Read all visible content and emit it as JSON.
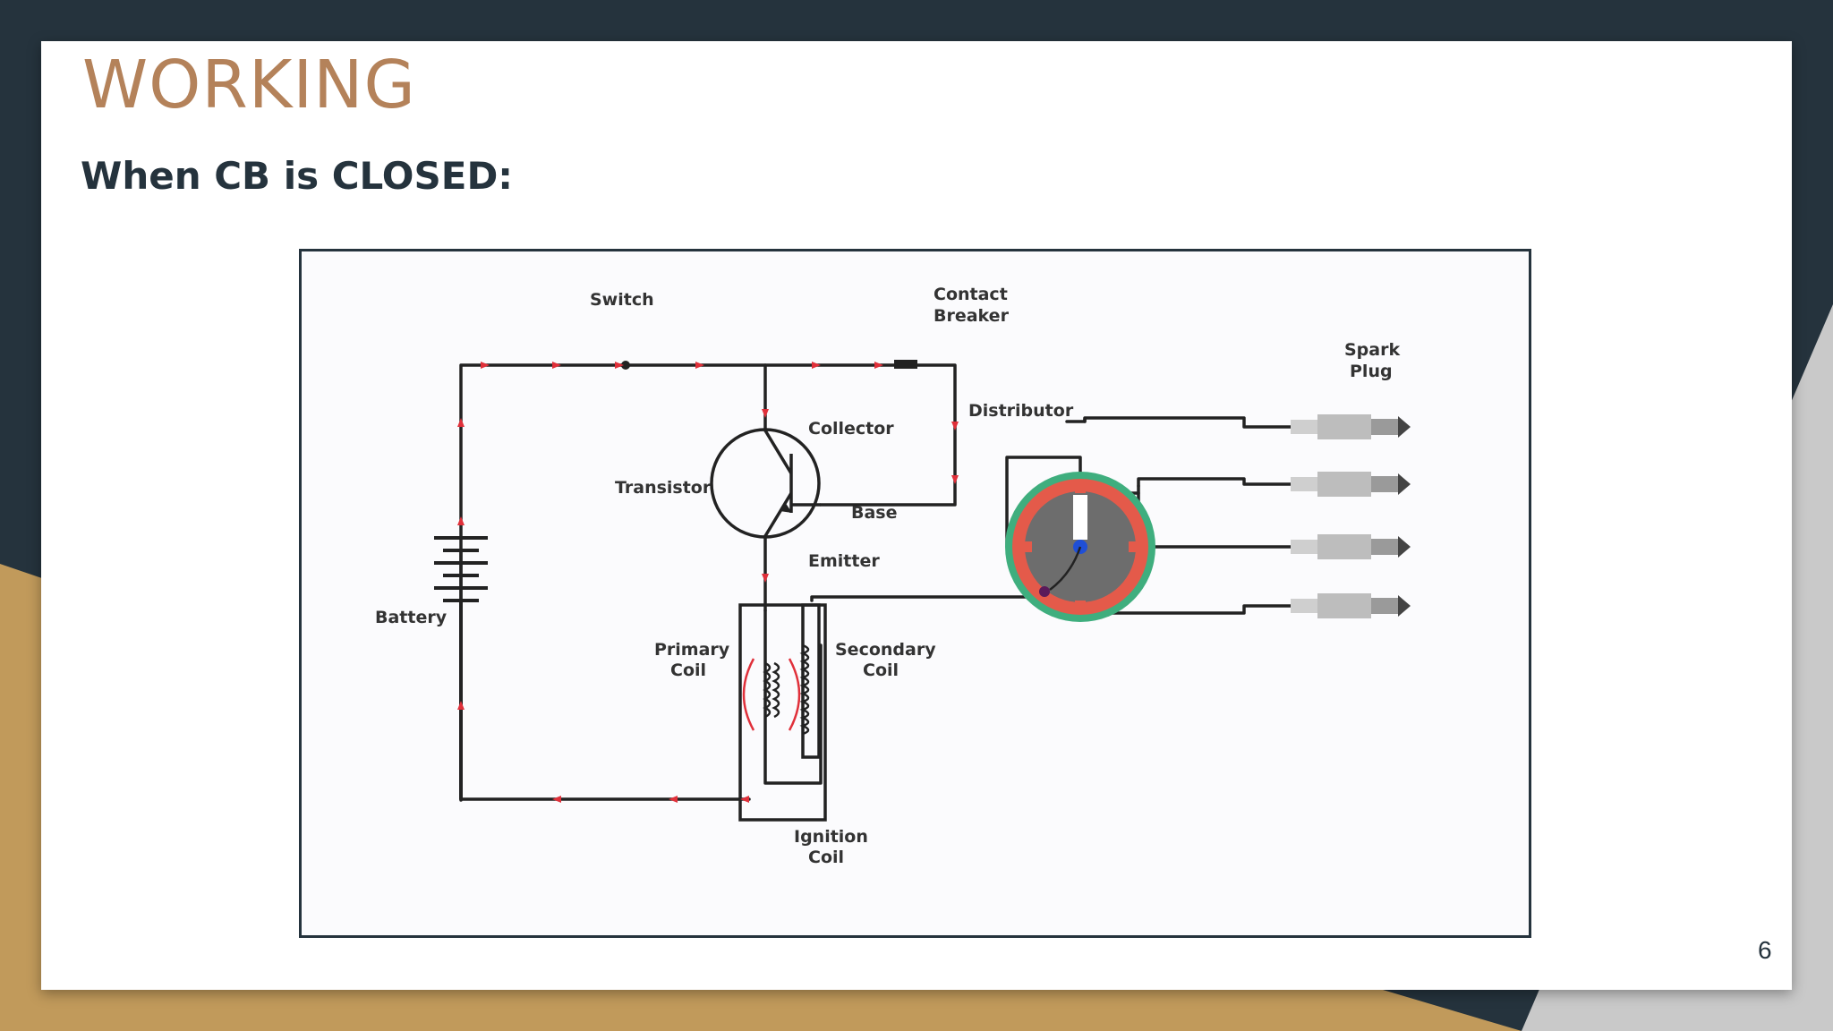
{
  "slide": {
    "title": "WORKING",
    "subtitle": "When CB is CLOSED:",
    "page_number": "6"
  },
  "diagram": {
    "labels": {
      "switch": "Switch",
      "contact_breaker_1": "Contact",
      "contact_breaker_2": "Breaker",
      "spark_plug_1": "Spark",
      "spark_plug_2": "Plug",
      "distributor": "Distributor",
      "collector": "Collector",
      "transistor": "Transistor",
      "base": "Base",
      "emitter": "Emitter",
      "battery": "Battery",
      "primary_coil_1": "Primary",
      "primary_coil_2": "Coil",
      "secondary_coil_1": "Secondary",
      "secondary_coil_2": "Coil",
      "ignition_coil_1": "Ignition",
      "ignition_coil_2": "Coil"
    }
  },
  "colors": {
    "title": "#b4825a",
    "dark": "#25333d",
    "gold": "#c19a5b",
    "wire": "#222222",
    "current_arrow": "#e0303a",
    "rotor_ring": "#3fae7e",
    "rotor_red": "#e45a4a",
    "rotor_body": "#6d6d6d",
    "rotor_center": "#1f4fd6"
  }
}
